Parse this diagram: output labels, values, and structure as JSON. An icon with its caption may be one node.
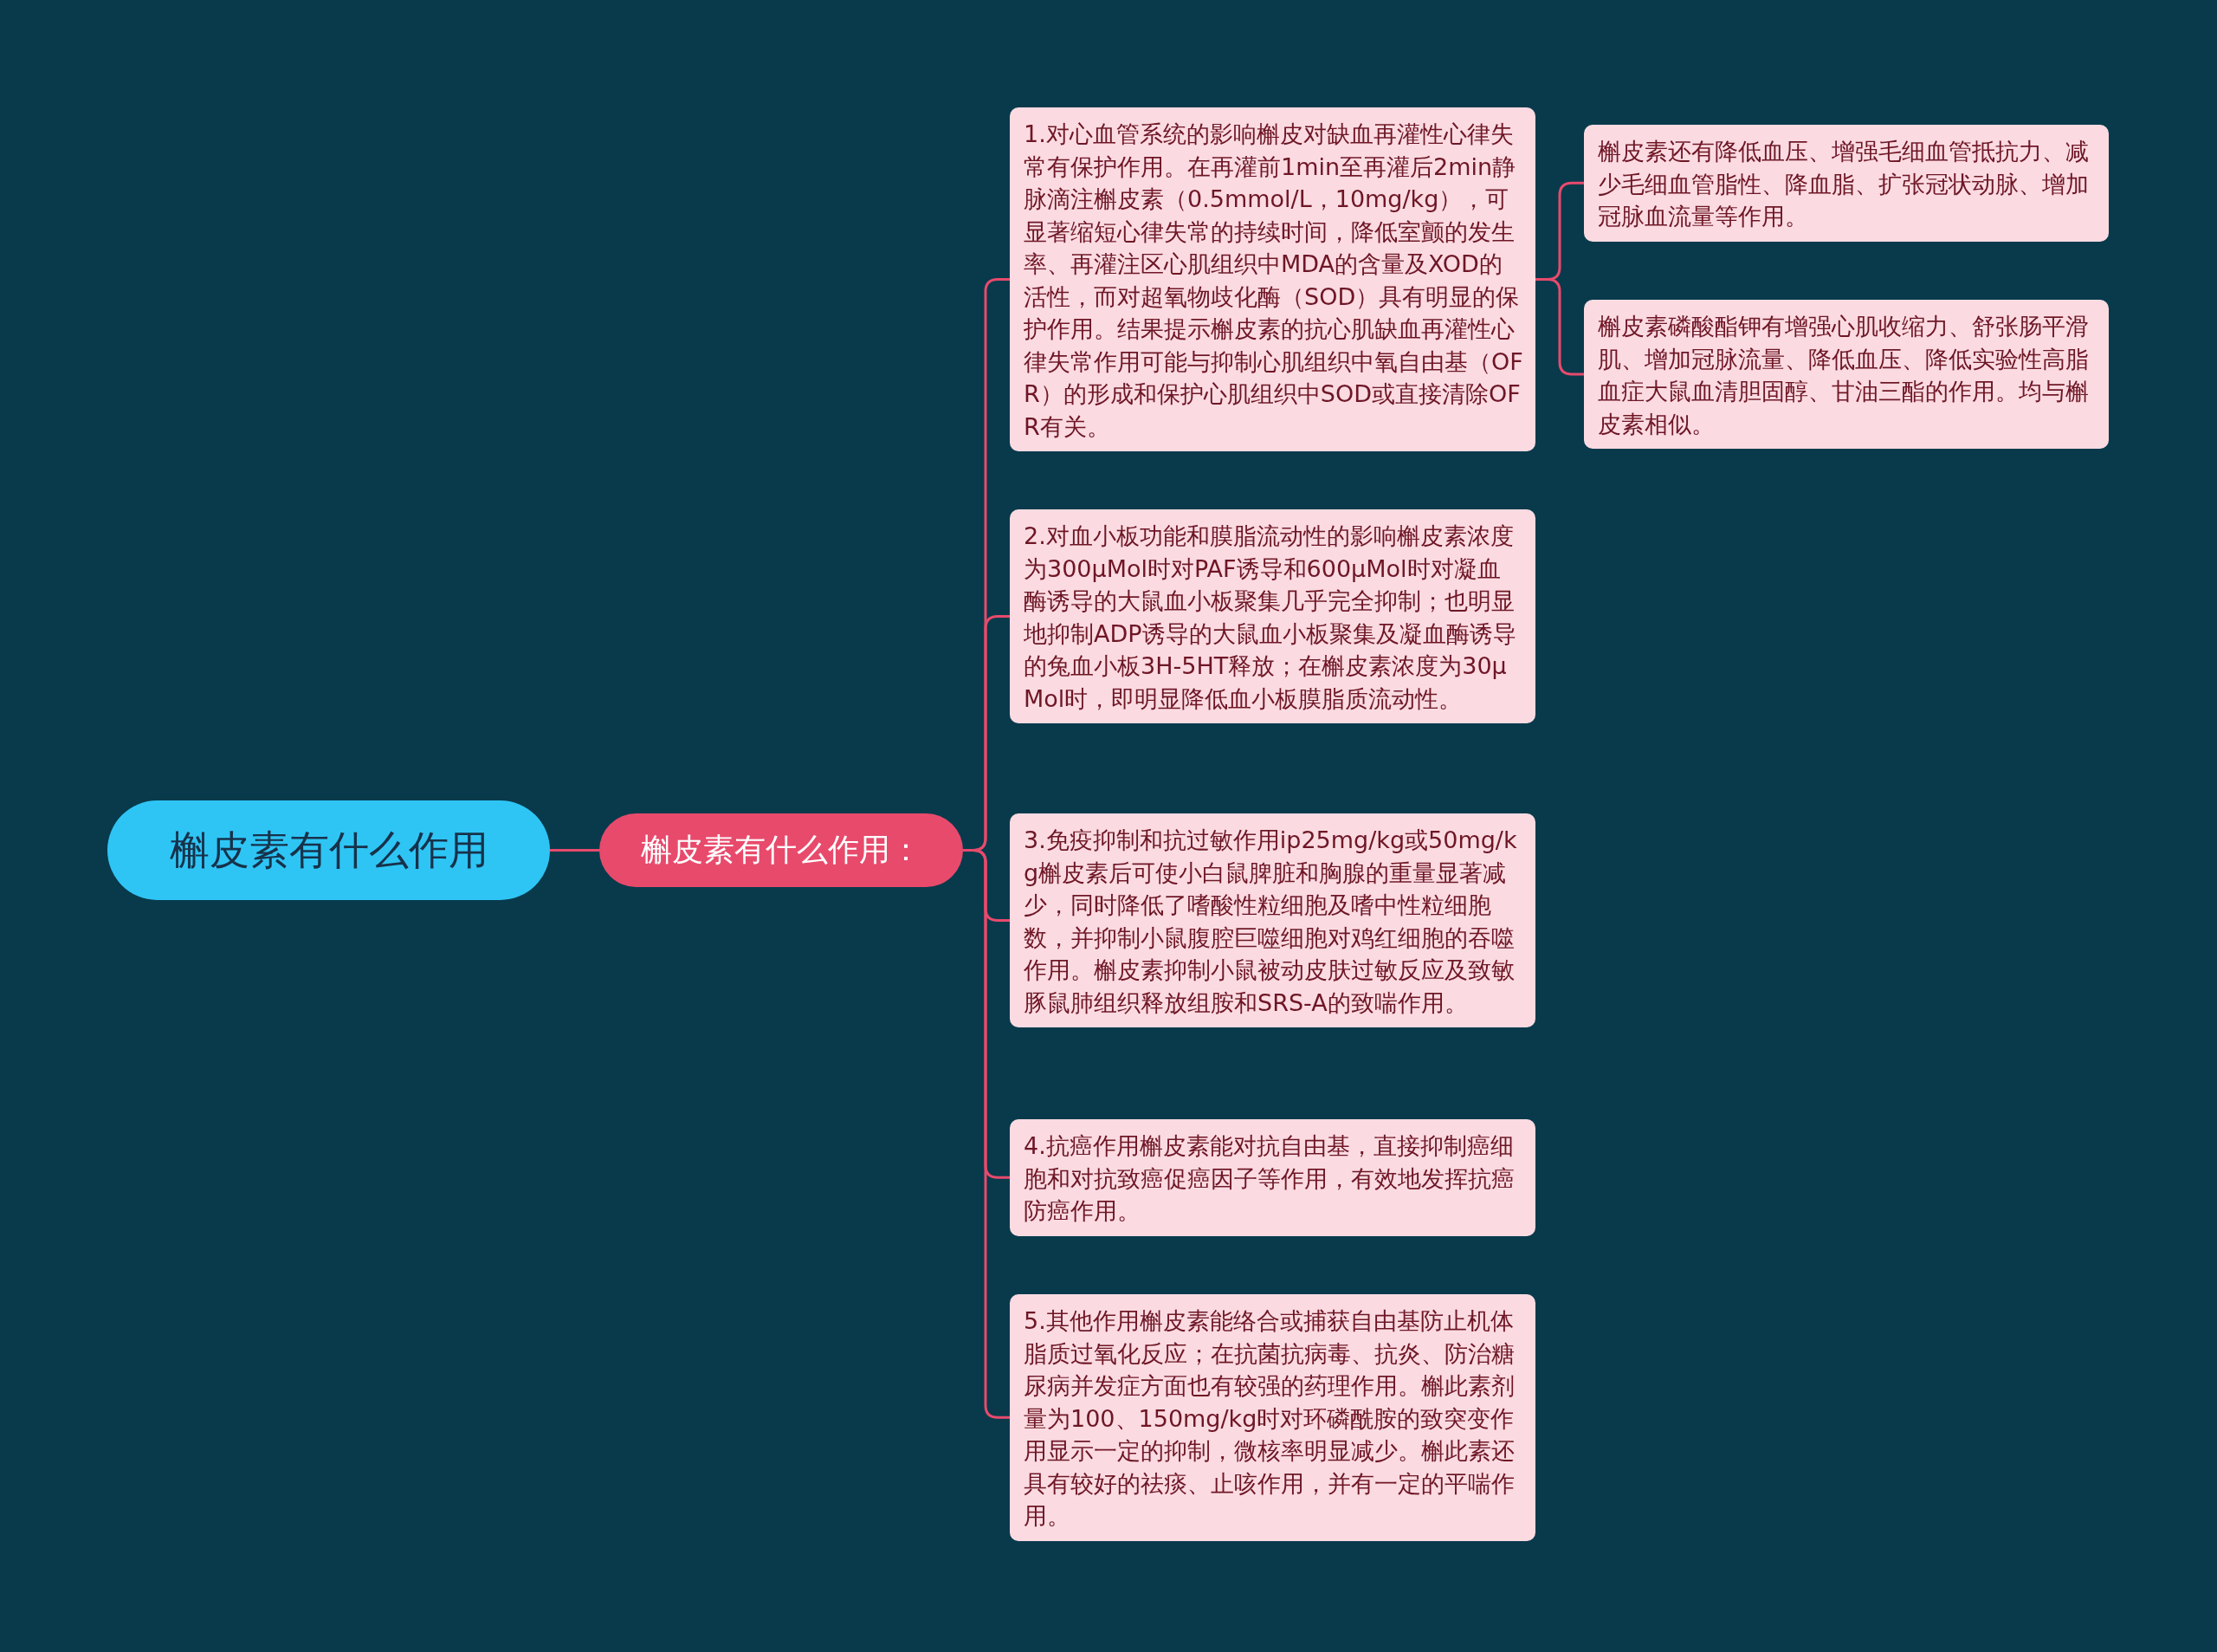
{
  "diagram": {
    "nodes": [
      {
        "text": [
          "槲皮素有什么作用"
        ]
      },
      {
        "text": [
          "槲皮素有什么作用："
        ]
      },
      {
        "text": [
          "1.对心血管系统的影响槲皮对缺血再灌性心律失常有保护作用。在再灌前1min至再灌后2min静脉滴注槲皮素（0.5mmol/L，10mg/kg），可显著缩短心律失常的持续时间，降低室颤的发生率、再灌注区心肌组织中MDA的含量及XOD的活性，而对超氧物歧化酶（SOD）具有明显的保护作用。结果提示槲皮素的抗心肌缺血再灌性心律失常作用可能与抑制心肌组织中氧自由基（OFR）的形成和保护心肌组织中SOD或直接清除OFR有关。"
        ]
      },
      {
        "text": [
          "槲皮素还有降低血压、增强毛细血管抵抗力、减少毛细血管脂性、降血脂、扩张冠状动脉、增加冠脉血流量等作用。"
        ]
      },
      {
        "text": [
          "槲皮素磷酸酯钾有增强心肌收缩力、舒张肠平滑肌、增加冠脉流量、降低血压、降低实验性高脂血症大鼠血清胆固醇、甘油三酯的作用。均与槲皮素相似。"
        ]
      },
      {
        "text": [
          "2.对血小板功能和膜脂流动性的影响槲皮素浓度为300μMol时对PAF诱导和600μMol时对凝血酶诱导的大鼠血小板聚集几乎完全抑制；也明显地抑制ADP诱导的大鼠血小板聚集及凝血酶诱导的兔血小板3H-5HT释放；在槲皮素浓度为30μMol时，即明显降低血小板膜脂质流动性。"
        ]
      },
      {
        "text": [
          "3.免疫抑制和抗过敏作用ip25mg/kg或50mg/kg槲皮素后可使小白鼠脾脏和胸腺的重量显著减少，同时降低了嗜酸性粒细胞及嗜中性粒细胞数，并抑制小鼠腹腔巨噬细胞对鸡红细胞的吞噬作用。槲皮素抑制小鼠被动皮肤过敏反应及致敏豚鼠肺组织释放组胺和SRS-A的致喘作用。"
        ]
      },
      {
        "text": [
          "4.抗癌作用槲皮素能对抗自由基，直接抑制癌细胞和对抗致癌促癌因子等作用，有效地发挥抗癌防癌作用。"
        ]
      },
      {
        "text": [
          "5.其他作用槲皮素能络合或捕获自由基防止机体脂质过氧化反应；在抗菌抗病毒、抗炎、防治糖尿病并发症方面也有较强的药理作用。槲此素剂量为100、150mg/kg时对环磷酰胺的致突变作用显示一定的抑制，微核率明显减少。槲此素还具有较好的祛痰、止咳作用，并有一定的平喘作用。"
        ]
      }
    ],
    "edges": [
      {
        "from": 0,
        "to": 1,
        "arrow": "none"
      },
      {
        "from": 1,
        "to": 2,
        "arrow": "none"
      },
      {
        "from": 2,
        "to": 3,
        "arrow": "none"
      },
      {
        "from": 2,
        "to": 4,
        "arrow": "none"
      },
      {
        "from": 1,
        "to": 5,
        "arrow": "none"
      },
      {
        "from": 1,
        "to": 6,
        "arrow": "none"
      },
      {
        "from": 1,
        "to": 7,
        "arrow": "none"
      },
      {
        "from": 1,
        "to": 8,
        "arrow": "none"
      }
    ]
  }
}
